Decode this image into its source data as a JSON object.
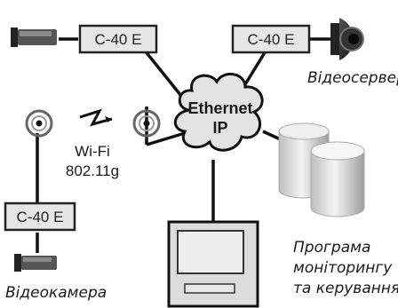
{
  "devices": {
    "encoder_top_left": "C-40 E",
    "encoder_top_right": "C-40 E",
    "encoder_left": "C-40 E"
  },
  "network": {
    "line1": "Ethernet",
    "line2": "IP"
  },
  "wireless": {
    "line1": "Wi-Fi",
    "line2": "802.11g"
  },
  "captions": {
    "video_server": "Відеосервер",
    "program_line1": "Програма",
    "program_line2": "моніторингу",
    "program_line3": "та керування",
    "video_camera": "Відеокамера"
  },
  "icons": {
    "dome_camera": "dome-camera-icon",
    "camera": "video-camera-icon",
    "antenna": "wifi-antenna-icon",
    "lightning": "wireless-link-icon",
    "cloud": "cloud-icon",
    "servers": "database-cylinder-icon",
    "monitor": "monitor-icon"
  }
}
